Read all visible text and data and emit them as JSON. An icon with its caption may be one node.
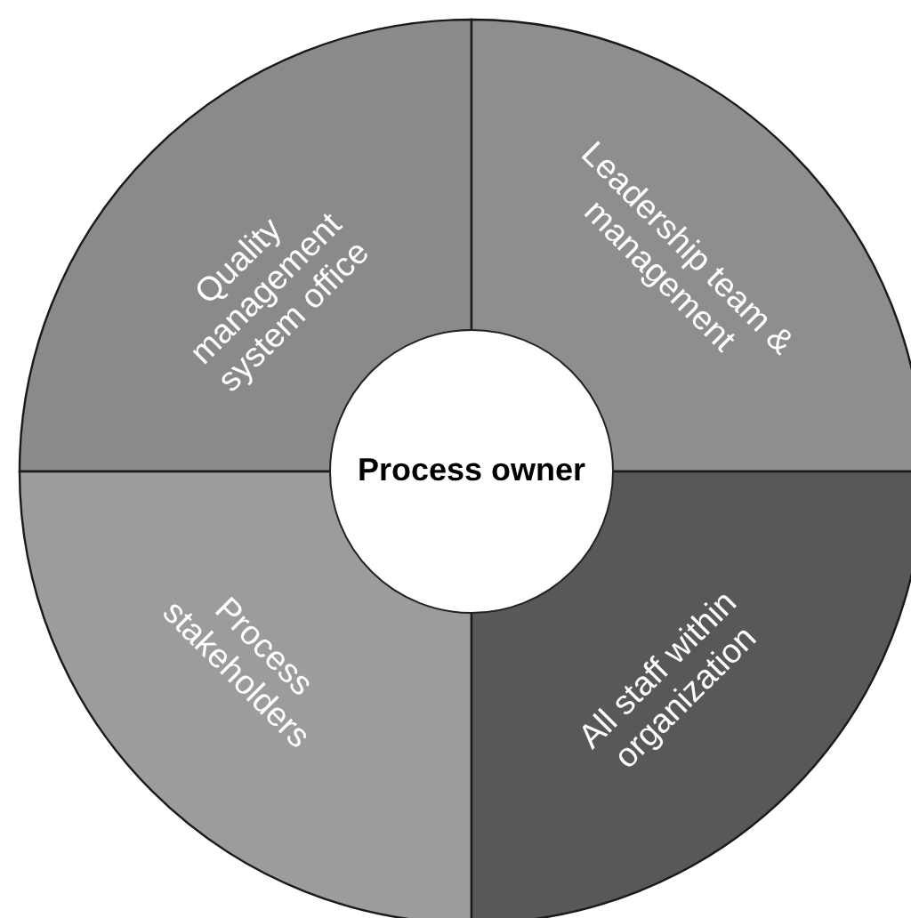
{
  "diagram": {
    "nodes": [
      {
        "text": [
          "Quality management system office"
        ]
      },
      {
        "text": [
          "Leadership team & management"
        ]
      },
      {
        "text": [
          "Process owner"
        ]
      },
      {
        "text": [
          "Process stakeholders"
        ]
      },
      {
        "text": [
          "All staff within organization"
        ]
      }
    ]
  }
}
